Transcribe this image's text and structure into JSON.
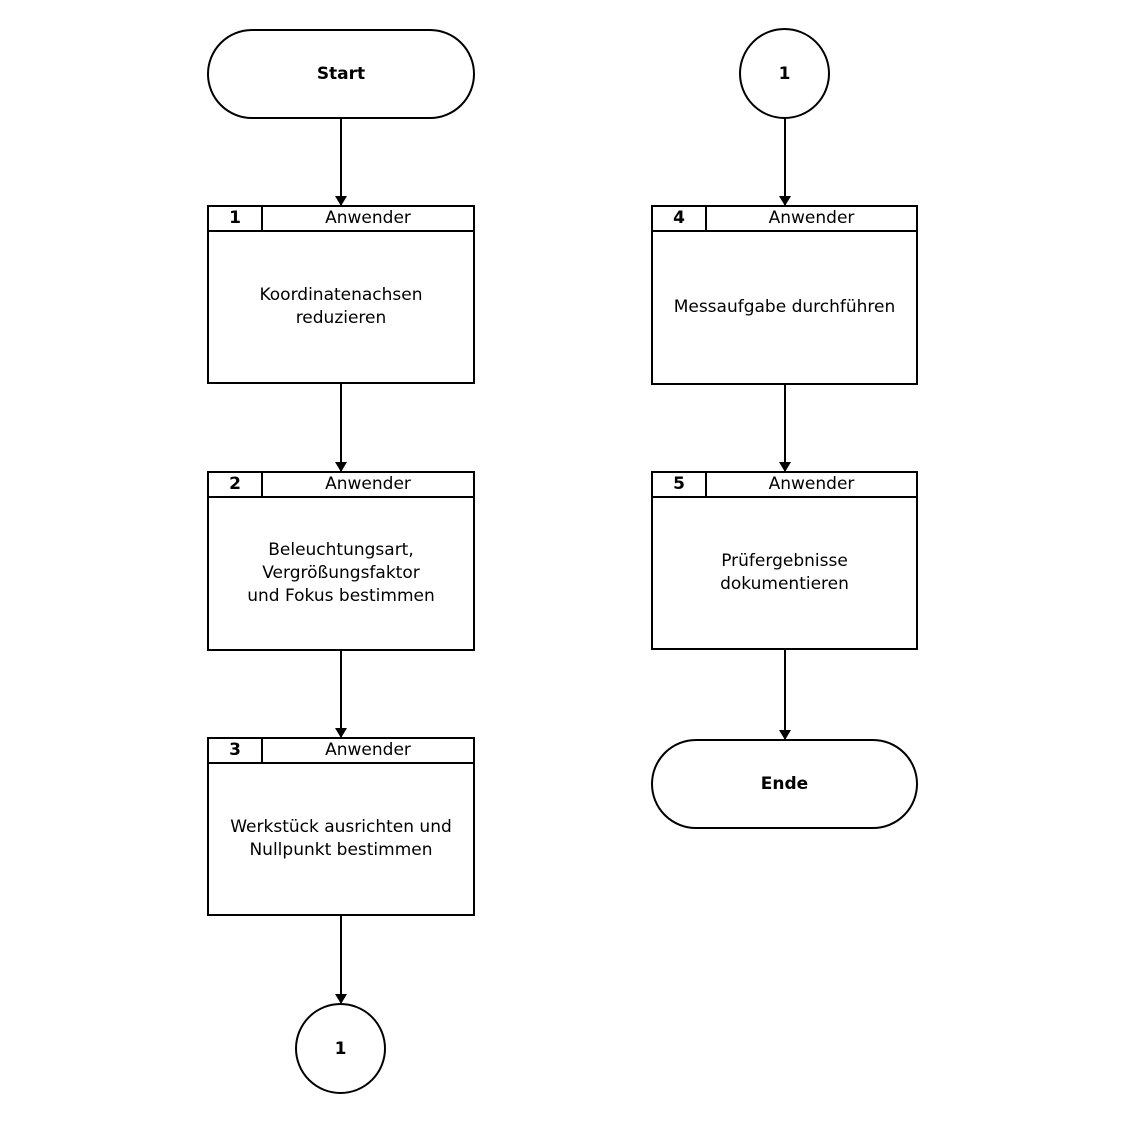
{
  "flow": {
    "start_label": "Start",
    "end_label": "Ende",
    "connector_out_label": "1",
    "connector_in_label": "1",
    "steps": [
      {
        "number": "1",
        "role": "Anwender",
        "text": "Koordinatenachsen\nreduzieren"
      },
      {
        "number": "2",
        "role": "Anwender",
        "text": "Beleuchtungsart,\nVergrößungsfaktor\nund Fokus bestimmen"
      },
      {
        "number": "3",
        "role": "Anwender",
        "text": "Werkstück ausrichten und\nNullpunkt bestimmen"
      },
      {
        "number": "4",
        "role": "Anwender",
        "text": "Messaufgabe durchführen"
      },
      {
        "number": "5",
        "role": "Anwender",
        "text": "Prüfergebnisse\ndokumentieren"
      }
    ]
  }
}
